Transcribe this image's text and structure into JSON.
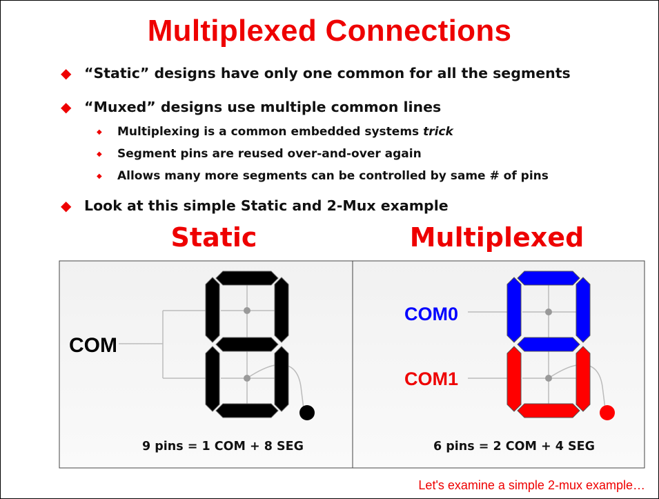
{
  "title": "Multiplexed Connections",
  "bullets": [
    {
      "text": "“Static” designs have only one common for all the segments"
    },
    {
      "text": "“Muxed” designs use multiple common lines"
    },
    {
      "text": "Multiplexing is a common embedded systems ",
      "emphasis": "trick"
    },
    {
      "text": "Segment pins are reused over-and-over again"
    },
    {
      "text": "Allows many more segments can be controlled by same # of pins"
    },
    {
      "text": "Look at this simple Static and 2-Mux example"
    }
  ],
  "static": {
    "heading": "Static",
    "com_label": "COM",
    "caption": "9 pins = 1 COM + 8 SEG",
    "segment_color": "#000000"
  },
  "multiplexed": {
    "heading": "Multiplexed",
    "com0_label": "COM0",
    "com1_label": "COM1",
    "caption": "6 pins = 2 COM + 4 SEG",
    "com0_color": "#0000ff",
    "com1_color": "#ff0000"
  },
  "footer": "Let's examine a simple 2-mux example…"
}
